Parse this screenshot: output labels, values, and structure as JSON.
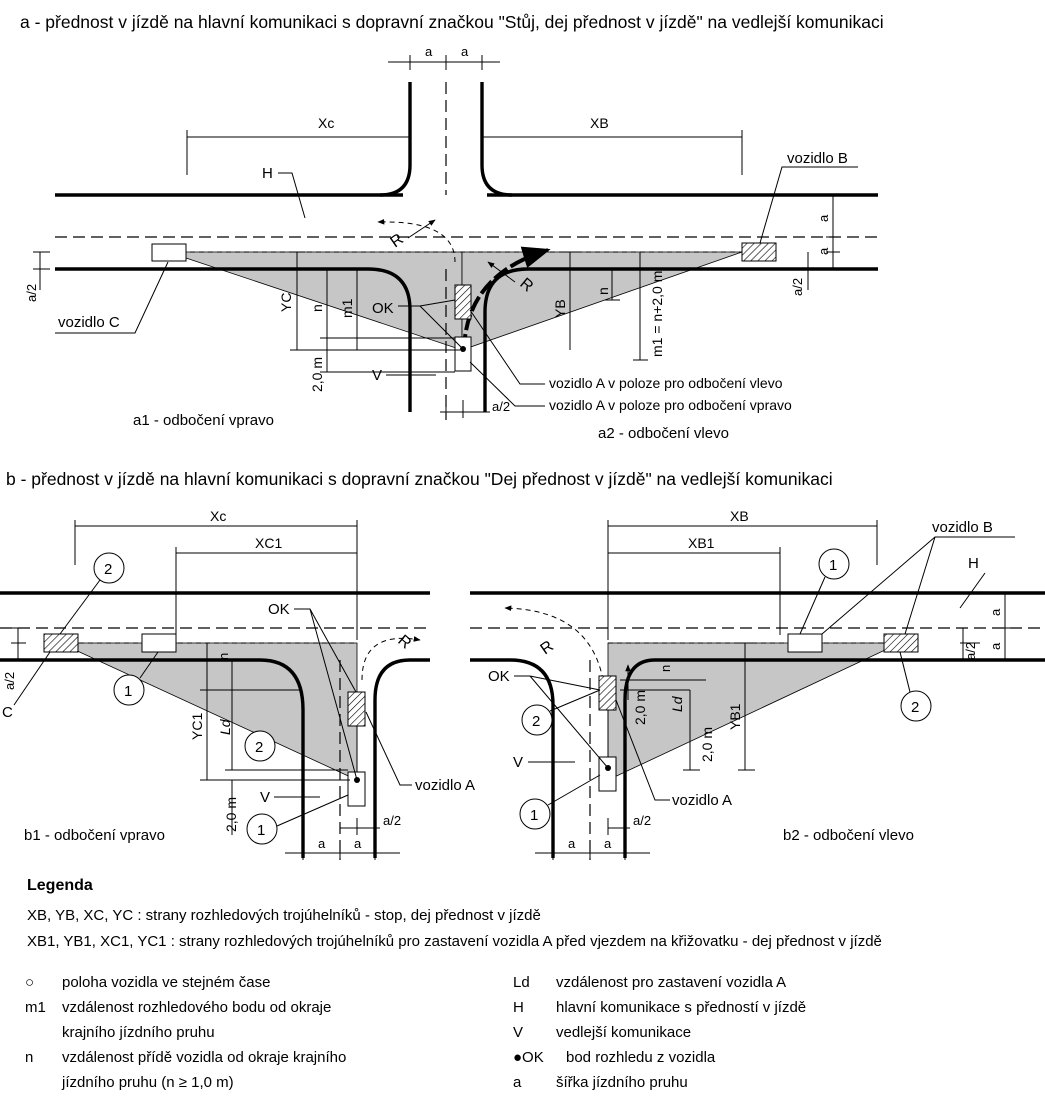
{
  "title_a": "a - přednost v jízdě na hlavní komunikaci s dopravní značkou \"Stůj, dej přednost v jízdě\" na vedlejší komunikaci",
  "title_b": "b - přednost v jízdě na hlavní komunikaci s dopravní značkou \"Dej přednost v jízdě\" na vedlejší komunikaci",
  "labels": {
    "a": "a",
    "a_half": "a/2",
    "xc": "Xc",
    "xb": "XB",
    "xc1": "XC1",
    "xb1": "XB1",
    "yc": "YC",
    "yb": "YB",
    "yc1": "YC1",
    "yb1": "YB1",
    "h": "H",
    "v": "V",
    "r": "R",
    "ok": "OK",
    "n": "n",
    "m1": "m1",
    "m1_formula": "m1 = n+2,0 m",
    "two_m": "2,0 m",
    "ld": "Ld",
    "vozidlo_a": "vozidlo A",
    "vozidlo_b": "vozidlo B",
    "vozidlo_c": "vozidlo C",
    "c_short": "C",
    "pos_left": "vozidlo A v poloze pro odbočení vlevo",
    "pos_right": "vozidlo A v poloze pro odbočení vpravo",
    "num1": "1",
    "num2": "2"
  },
  "subtitles": {
    "a1": "a1 - odbočení vpravo",
    "a2": "a2 - odbočení vlevo",
    "b1": "b1 - odbočení vpravo",
    "b2": "b2 - odbočení vlevo"
  },
  "legend": {
    "heading": "Legenda",
    "line1": "XB, YB, XC, YC : strany rozhledových trojúhelníků - stop, dej přednost v jízdě",
    "line2": "XB1, YB1, XC1, YC1 : strany rozhledových trojúhelníků pro zastavení vozidla A před vjezdem na křižovatku - dej přednost v jízdě",
    "items_left": [
      {
        "sym": "○",
        "text": "poloha vozidla ve stejném čase"
      },
      {
        "sym": "m1",
        "text": "vzdálenost rozhledového bodu od okraje"
      },
      {
        "sym": "",
        "text": "krajního jízdního pruhu"
      },
      {
        "sym": "n",
        "text": "vzdálenost přídě vozidla od okraje krajního"
      },
      {
        "sym": "",
        "text": "jízdního pruhu (n ≥ 1,0 m)"
      }
    ],
    "items_right": [
      {
        "sym": "Ld",
        "text": "vzdálenost pro zastavení vozidla A"
      },
      {
        "sym": "H",
        "text": "hlavní komunikace s předností v jízdě"
      },
      {
        "sym": "V",
        "text": "vedlejší komunikace"
      },
      {
        "sym": "●OK",
        "text": "bod rozhledu z vozidla"
      },
      {
        "sym": "a",
        "text": "šířka jízdního pruhu"
      }
    ]
  }
}
